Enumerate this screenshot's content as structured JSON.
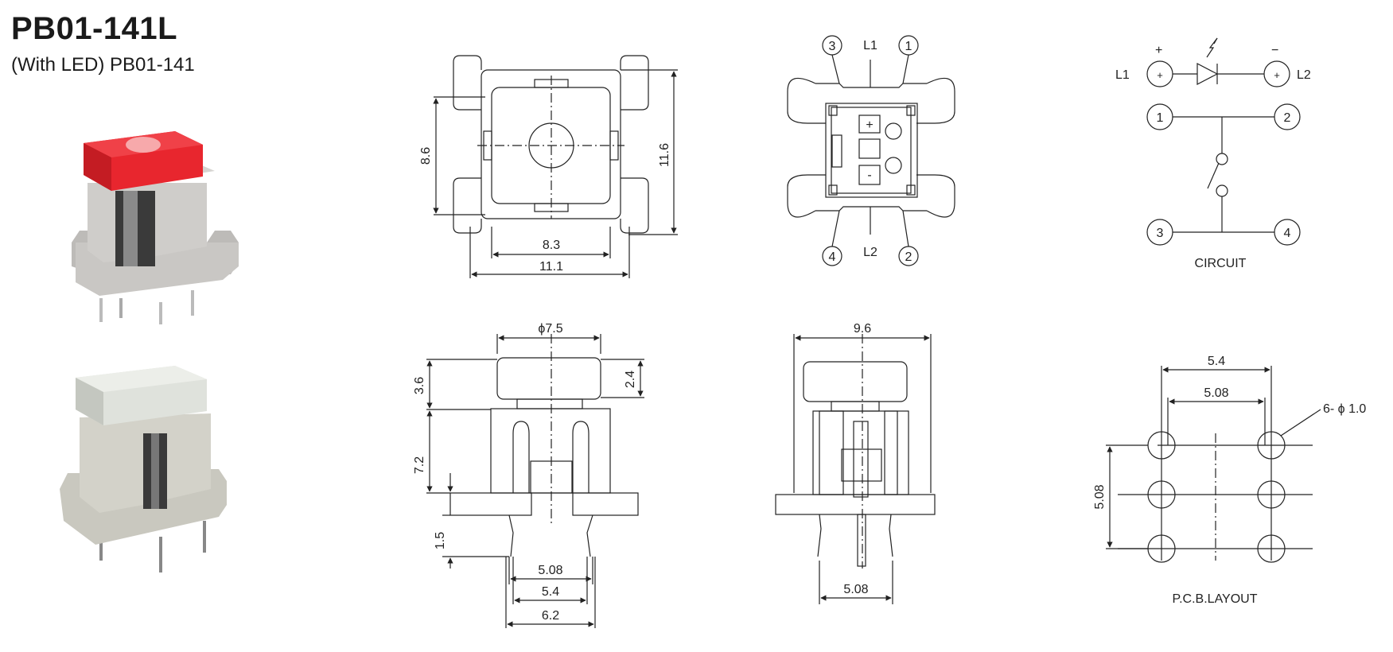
{
  "header": {
    "title": "PB01-141L",
    "subtitle": "(With LED)  PB01-141"
  },
  "top_view": {
    "dim_w_inner": "8.3",
    "dim_w_outer": "11.1",
    "dim_h_inner": "8.6",
    "dim_h_outer": "11.6"
  },
  "bottom_view": {
    "pin_3": "3",
    "pin_1": "1",
    "pin_4": "4",
    "pin_2": "2",
    "led_1": "L1",
    "led_2": "L2",
    "plus": "+",
    "minus": "-"
  },
  "circuit": {
    "label": "CIRCUIT",
    "l1": "L1",
    "l2": "L2",
    "plus": "+",
    "minus": "−",
    "pin1": "1",
    "pin2": "2",
    "pin3": "3",
    "pin4": "4"
  },
  "side_view": {
    "cap_dia": "ϕ7.5",
    "cap_h": "3.6",
    "travel": "2.4",
    "body_h": "7.2",
    "pin_len": "1.5",
    "p1": "5.08",
    "p2": "5.4",
    "p3": "6.2"
  },
  "front_view": {
    "width": "9.6",
    "pitch": "5.08"
  },
  "pcb_layout": {
    "label": "P.C.B.LAYOUT",
    "w_outer": "5.4",
    "w_inner": "5.08",
    "h": "5.08",
    "holes": "6- ϕ 1.0"
  },
  "colors": {
    "red_cap": "#e8262e",
    "body_grey": "#c7c5c2",
    "white_cap": "#dfe2dc",
    "line": "#222222"
  }
}
